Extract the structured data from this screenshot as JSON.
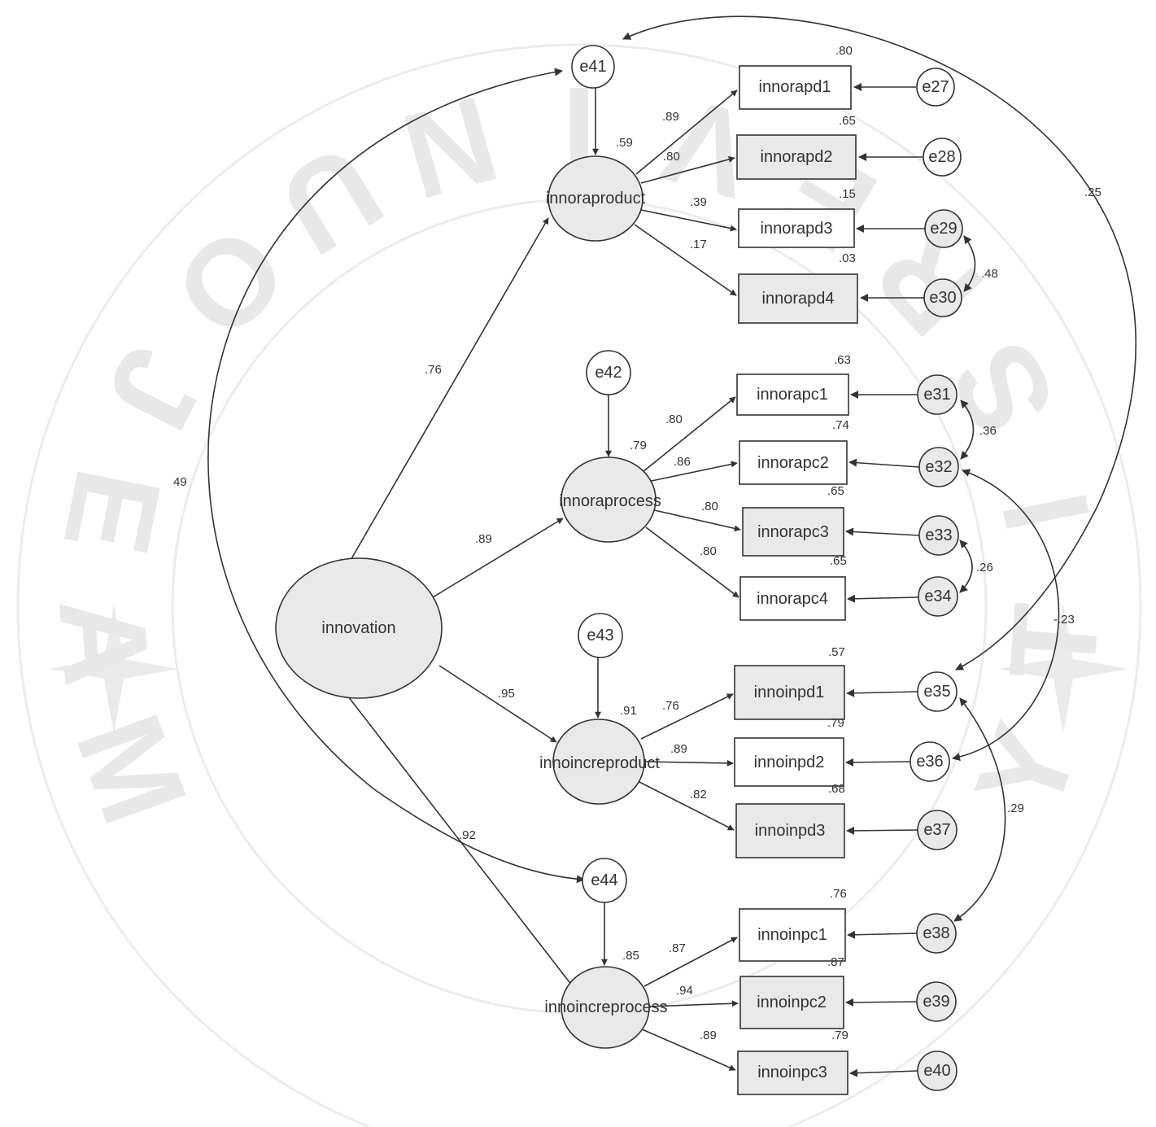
{
  "colors": {
    "line": "#333333",
    "fill": "#ffffff",
    "shade": "#e9e9e9",
    "watermark": "#e6e6e6"
  },
  "watermark": {
    "text": "MAEJO UNIVERSITY",
    "letters": [
      "M",
      "A",
      "E",
      "J",
      "O",
      "U",
      "N",
      "I",
      "V",
      "E",
      "R",
      "S",
      "I",
      "T",
      "Y"
    ]
  },
  "latents": {
    "innovation": "innovation",
    "innoraproduct": "innoraproduct",
    "innoraprocess": "innoraprocess",
    "innoincreproduct": "innoincreproduct",
    "innoincreprocess": "innoincreprocess"
  },
  "disturbances": {
    "e41": "e41",
    "e42": "e42",
    "e43": "e43",
    "e44": "e44"
  },
  "indicators": {
    "innorapd1": "innorapd1",
    "innorapd2": "innorapd2",
    "innorapd3": "innorapd3",
    "innorapd4": "innorapd4",
    "innorapc1": "innorapc1",
    "innorapc2": "innorapc2",
    "innorapc3": "innorapc3",
    "innorapc4": "innorapc4",
    "innoinpd1": "innoinpd1",
    "innoinpd2": "innoinpd2",
    "innoinpd3": "innoinpd3",
    "innoinpc1": "innoinpc1",
    "innoinpc2": "innoinpc2",
    "innoinpc3": "innoinpc3"
  },
  "errors": {
    "e27": "e27",
    "e28": "e28",
    "e29": "e29",
    "e30": "e30",
    "e31": "e31",
    "e32": "e32",
    "e33": "e33",
    "e34": "e34",
    "e35": "e35",
    "e36": "e36",
    "e37": "e37",
    "e38": "e38",
    "e39": "e39",
    "e40": "e40"
  },
  "coefficients": {
    "structural": {
      "innoraproduct": ".76",
      "innoraprocess": ".89",
      "innoincreproduct": ".95",
      "innoincreprocess": ".92"
    },
    "r2_latent": {
      "innoraproduct": ".59",
      "innoraprocess": ".79",
      "innoincreproduct": ".91",
      "innoincreprocess": ".85"
    },
    "loadings": {
      "innorapd1": ".89",
      "innorapd2": ".80",
      "innorapd3": ".39",
      "innorapd4": ".17",
      "innorapc1": ".80",
      "innorapc2": ".86",
      "innorapc3": ".80",
      "innorapc4": ".80",
      "innoinpd1": ".76",
      "innoinpd2": ".89",
      "innoinpd3": ".82",
      "innoinpc1": ".87",
      "innoinpc2": ".94",
      "innoinpc3": ".89"
    },
    "r2_indicator": {
      "innorapd1": ".80",
      "innorapd2": ".65",
      "innorapd3": ".15",
      "innorapd4": ".03",
      "innorapc1": ".63",
      "innorapc2": ".74",
      "innorapc3": ".65",
      "innorapc4": ".65",
      "innoinpd1": ".57",
      "innoinpd2": ".79",
      "innoinpd3": ".68",
      "innoinpc1": ".76",
      "innoinpc2": ".87",
      "innoinpc3": ".79"
    },
    "covariances": {
      "e41_e44": "49",
      "e41_e35": ".25",
      "e29_e30": ".48",
      "e31_e32": ".36",
      "e33_e34": ".26",
      "e32_e36": "-.23",
      "e35_e38": ".29"
    }
  }
}
